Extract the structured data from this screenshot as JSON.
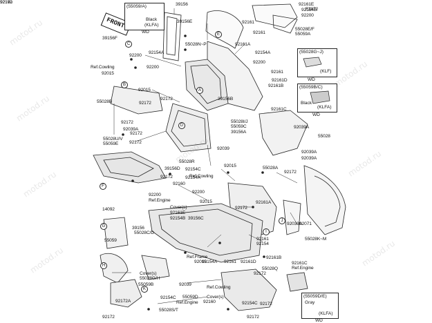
{
  "watermark": "motod.ru",
  "front_label": "FRONT",
  "callouts": [
    "A",
    "B",
    "C",
    "D",
    "E",
    "F",
    "G",
    "H",
    "I",
    "J",
    "K"
  ],
  "insets": [
    {
      "id": "inset-55059a",
      "title": "(55059/A)",
      "line1": "Black",
      "line2": "(KLFA)",
      "note": "WD"
    },
    {
      "id": "inset-55028gj",
      "title": "(55028G~J)",
      "line1": "",
      "line2": "(KLF)",
      "note": "WD"
    },
    {
      "id": "inset-55059bc",
      "title": "(55059B/C)",
      "line1": "Black",
      "line2": "(KLFA)",
      "note": "WD"
    },
    {
      "id": "inset-55059de",
      "title": "(55059D/E)",
      "line1": "Gray",
      "line2": "(KLFA)",
      "note": "WD"
    }
  ],
  "labels": [
    "39156",
    "92161E",
    "92154B",
    "92200",
    "F2872",
    "55028E/F",
    "55059A",
    "39156E",
    "92161",
    "92161",
    "55028N~P",
    "92161A",
    "92154A",
    "92200",
    "92161",
    "92161D",
    "92161B",
    "92161C",
    "39156B",
    "55028I/J",
    "55059C",
    "39156A",
    "55028",
    "92039A",
    "92039A",
    "92039A",
    "39156F",
    "92200",
    "92154A",
    "Ref.Cowling",
    "92200",
    "92015",
    "92015",
    "92172",
    "92172",
    "55028B",
    "92172",
    "92039A",
    "92172",
    "55028U/V",
    "55059E",
    "92172",
    "92039",
    "55028R",
    "39156D",
    "92154C",
    "Ref.Cowling",
    "92015",
    "55028A",
    "92172",
    "92172",
    "92160",
    "92154A",
    "92200",
    "Ref.Engine",
    "Cover(s)",
    "92161E",
    "92154B",
    "92200",
    "92015",
    "92172",
    "92161A",
    "92039A",
    "92071",
    "14092",
    "39156",
    "55028C/D",
    "55059",
    "39156C",
    "92161",
    "92154",
    "55028K~M",
    "Ref.Frame",
    "92015",
    "92154A",
    "92161",
    "92161D",
    "92161B",
    "92161C",
    "Ref.Engine",
    "Cover(s)",
    "55028G/H",
    "55059B",
    "92039",
    "Ref.Cowling",
    "55028Q",
    "92172",
    "92172A",
    "92154C",
    "55028S/T",
    "55059D",
    "Ref.Engine",
    "Cover(s)",
    "92160",
    "92154C",
    "92172",
    "92172",
    "92172",
    "92160",
    "92172"
  ]
}
